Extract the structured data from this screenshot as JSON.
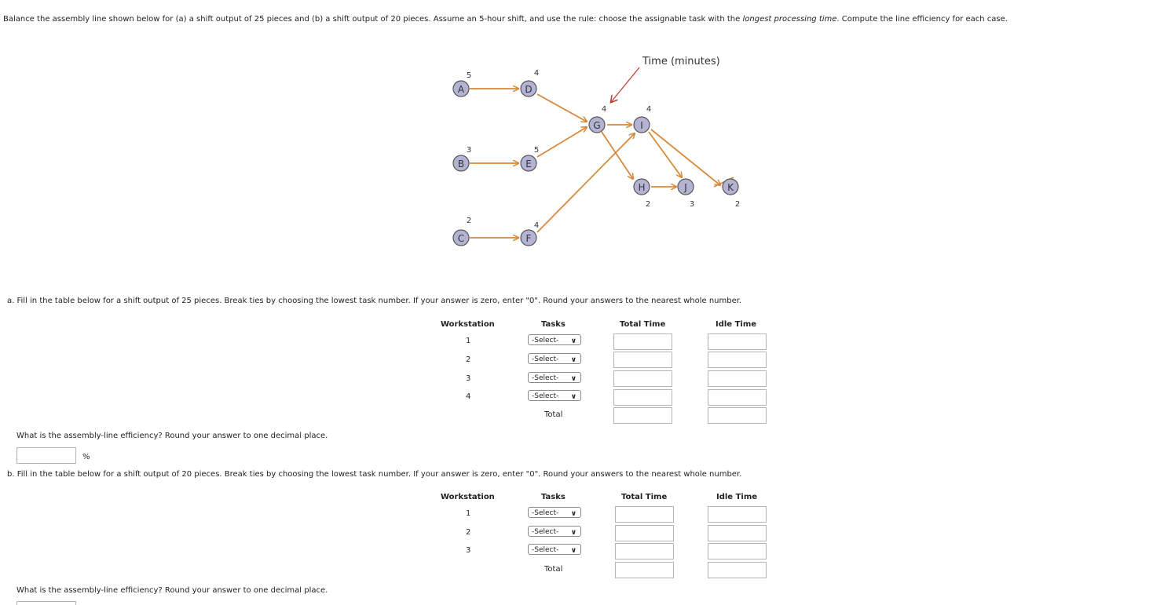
{
  "intro": {
    "before": "Balance the assembly line shown below for (a) a shift output of 25 pieces and (b) a shift output of 20 pieces. Assume an 5-hour shift, and use the rule: choose the assignable task with the ",
    "emph": "longest processing time",
    "after": ". Compute the line efficiency for each case."
  },
  "diagram": {
    "time_label": "Time (minutes)",
    "nodes": [
      {
        "id": "A",
        "time": "5"
      },
      {
        "id": "B",
        "time": "3"
      },
      {
        "id": "C",
        "time": "2"
      },
      {
        "id": "D",
        "time": "4"
      },
      {
        "id": "E",
        "time": "5"
      },
      {
        "id": "F",
        "time": "4"
      },
      {
        "id": "G",
        "time": "4"
      },
      {
        "id": "I",
        "time": "4"
      },
      {
        "id": "H",
        "time": "2"
      },
      {
        "id": "J",
        "time": "3"
      },
      {
        "id": "K",
        "time": "2"
      }
    ],
    "colors": {
      "node_fill": "#b5b3d3",
      "node_stroke": "#555555",
      "arrow": "#d68a3a",
      "pointer": "#c0392b"
    }
  },
  "part_a": {
    "instruction": "a. Fill in the table below for a shift output of 25 pieces. Break ties by choosing the lowest task number. If your answer is zero, enter \"0\". Round your answers to the nearest whole number.",
    "headers": {
      "workstation": "Workstation",
      "tasks": "Tasks",
      "total_time": "Total Time",
      "idle_time": "Idle Time"
    },
    "rows": [
      {
        "ws": "1",
        "select": "-Select-",
        "total": "",
        "idle": ""
      },
      {
        "ws": "2",
        "select": "-Select-",
        "total": "",
        "idle": ""
      },
      {
        "ws": "3",
        "select": "-Select-",
        "total": "",
        "idle": ""
      },
      {
        "ws": "4",
        "select": "-Select-",
        "total": "",
        "idle": ""
      }
    ],
    "total_label": "Total",
    "efficiency_question": "What is the assembly-line efficiency? Round your answer to one decimal place.",
    "efficiency_value": "",
    "percent": "%"
  },
  "part_b": {
    "instruction": "b. Fill in the table below for a shift output of 20 pieces. Break ties by choosing the lowest task number. If your answer is zero, enter \"0\". Round your answers to the nearest whole number.",
    "headers": {
      "workstation": "Workstation",
      "tasks": "Tasks",
      "total_time": "Total Time",
      "idle_time": "Idle Time"
    },
    "rows": [
      {
        "ws": "1",
        "select": "-Select-",
        "total": "",
        "idle": ""
      },
      {
        "ws": "2",
        "select": "-Select-",
        "total": "",
        "idle": ""
      },
      {
        "ws": "3",
        "select": "-Select-",
        "total": "",
        "idle": ""
      }
    ],
    "total_label": "Total",
    "efficiency_question": "What is the assembly-line efficiency? Round your answer to one decimal place."
  }
}
